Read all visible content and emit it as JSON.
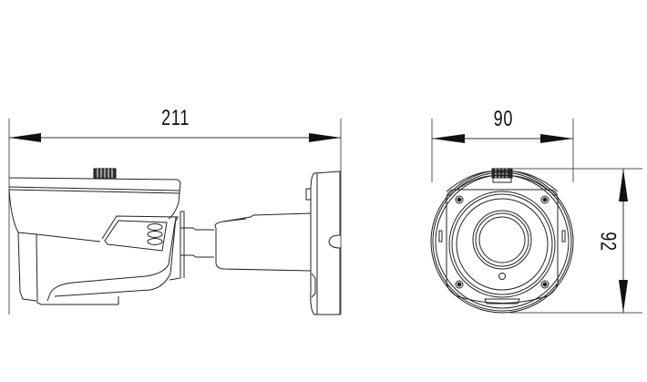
{
  "drawing": {
    "subject": "bullet camera dimensional drawing",
    "views": [
      {
        "name": "side-view",
        "dimension_label": "211",
        "dimension_axis": "horizontal"
      },
      {
        "name": "front-view",
        "width_label": "90",
        "height_label": "92"
      }
    ]
  },
  "dimensions": {
    "side_length": "211",
    "front_width": "90",
    "front_height": "92"
  },
  "colors": {
    "line": "#222222",
    "background": "#ffffff"
  }
}
